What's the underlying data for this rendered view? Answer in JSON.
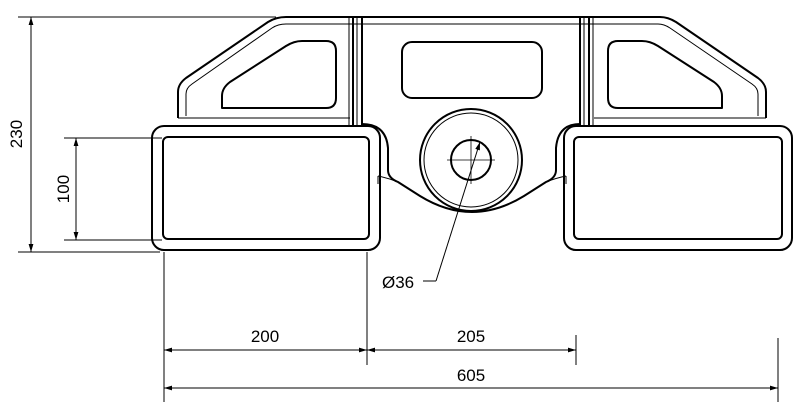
{
  "dimensions": {
    "overall_height": "230",
    "pad_height": "100",
    "pad_width": "200",
    "pad_gap": "205",
    "overall_width": "605",
    "hole_diameter": "Ø36"
  }
}
